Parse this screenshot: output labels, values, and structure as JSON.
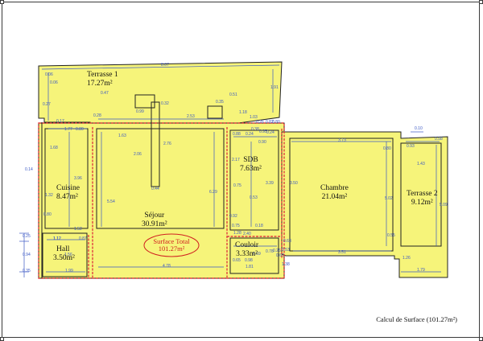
{
  "caption": "Calcul de Surface (101.27m²)",
  "surface_total": {
    "label": "Surface Total",
    "value": "101.27m²"
  },
  "colors": {
    "fill": "#f6f47a",
    "wall": "#e04040",
    "line": "#222222",
    "dimension": "#3b58c4",
    "stamp": "#d02020"
  },
  "rooms": {
    "terrasse1": {
      "name": "Terrasse 1",
      "area": "17.27m²"
    },
    "cuisine": {
      "name": "Cuisine",
      "area": "8.47m²"
    },
    "sejour": {
      "name": "Séjour",
      "area": "30.91m²"
    },
    "sdb": {
      "name": "SDB",
      "area": "7.63m²"
    },
    "chambre": {
      "name": "Chambre",
      "area": "21.04m²"
    },
    "terrasse2": {
      "name": "Terrasse 2",
      "area": "9.12m²"
    },
    "hall": {
      "name": "Hall",
      "area": "3.50m²"
    },
    "couloir": {
      "name": "Couloir",
      "area": "3.33m²"
    }
  },
  "dimensions": [
    "8.67",
    "0.06",
    "0.06",
    "1.91",
    "0.47",
    "0.51",
    "0.32",
    "0.35",
    "0.28",
    "0.27",
    "1.18",
    "1.03",
    "0.26",
    "0.17",
    "0.99",
    "2.53",
    "0.82",
    "0.80",
    "1.77",
    "0.80",
    "0.38",
    "0.95",
    "0.24",
    "1.63",
    "2.76",
    "0.10",
    "3.73",
    "0.80",
    "0.93",
    "0.58",
    "0.88",
    "0.24",
    "1.68",
    "2.06",
    "0.90",
    "2.17",
    "0.14",
    "3.96",
    "3.39",
    "3.50",
    "1.43",
    "0.75",
    "0.53",
    "1.32",
    "0.44",
    "5.54",
    "6.29",
    "5.02",
    "5.09",
    "0.80",
    "0.92",
    "0.75",
    "1.28",
    "2.40",
    "0.18",
    "1.12",
    "1.52",
    "0.25",
    "0.94",
    "0.35",
    "1.12",
    "0.87",
    "1.56",
    "0.63",
    "0.55",
    "0.53",
    "3.51",
    "0.65",
    "0.98",
    "1.38",
    "1.81",
    "1.99",
    "4.78",
    "1.79",
    "0.67",
    "0.26",
    "0.69",
    "1.26",
    "0.78"
  ]
}
